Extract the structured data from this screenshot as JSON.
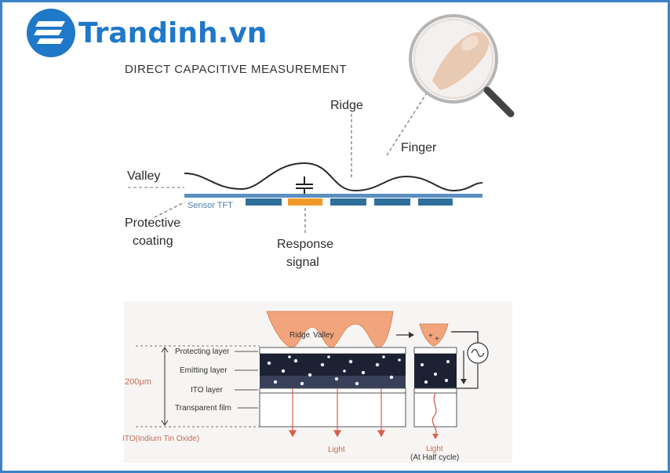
{
  "logo": {
    "text": "Trandinh.vn",
    "color": "#1f78c8"
  },
  "top_diagram": {
    "title": "DIRECT CAPACITIVE MEASUREMENT",
    "labels": {
      "ridge": "Ridge",
      "finger": "Finger",
      "valley": "Valley",
      "sensor_tft": "Sensor TFT",
      "protective_coating_line1": "Protective",
      "protective_coating_line2": "coating",
      "response_line1": "Response",
      "response_line2": "signal"
    },
    "colors": {
      "sensor_bar": "#5b8fc0",
      "cells": "#2f6f9c",
      "response_cell": "#f19a2a"
    }
  },
  "bottom_diagram": {
    "labels": {
      "ridge": "Ridge",
      "valley": "Valley",
      "protecting_layer": "Protecting layer",
      "emitting_layer": "Emitting layer",
      "ito_layer": "ITO layer",
      "transparent_film": "Transparent film",
      "thickness": "200μm",
      "ito_note": "ITO(Indium Tin Oxide)",
      "light": "Light",
      "light_right_line1": "Light",
      "light_right_line2": "(At Half cycle)"
    },
    "colors": {
      "finger": "#f2a57c",
      "emitting": "#1c2233",
      "arrows": "#d5604a"
    }
  }
}
